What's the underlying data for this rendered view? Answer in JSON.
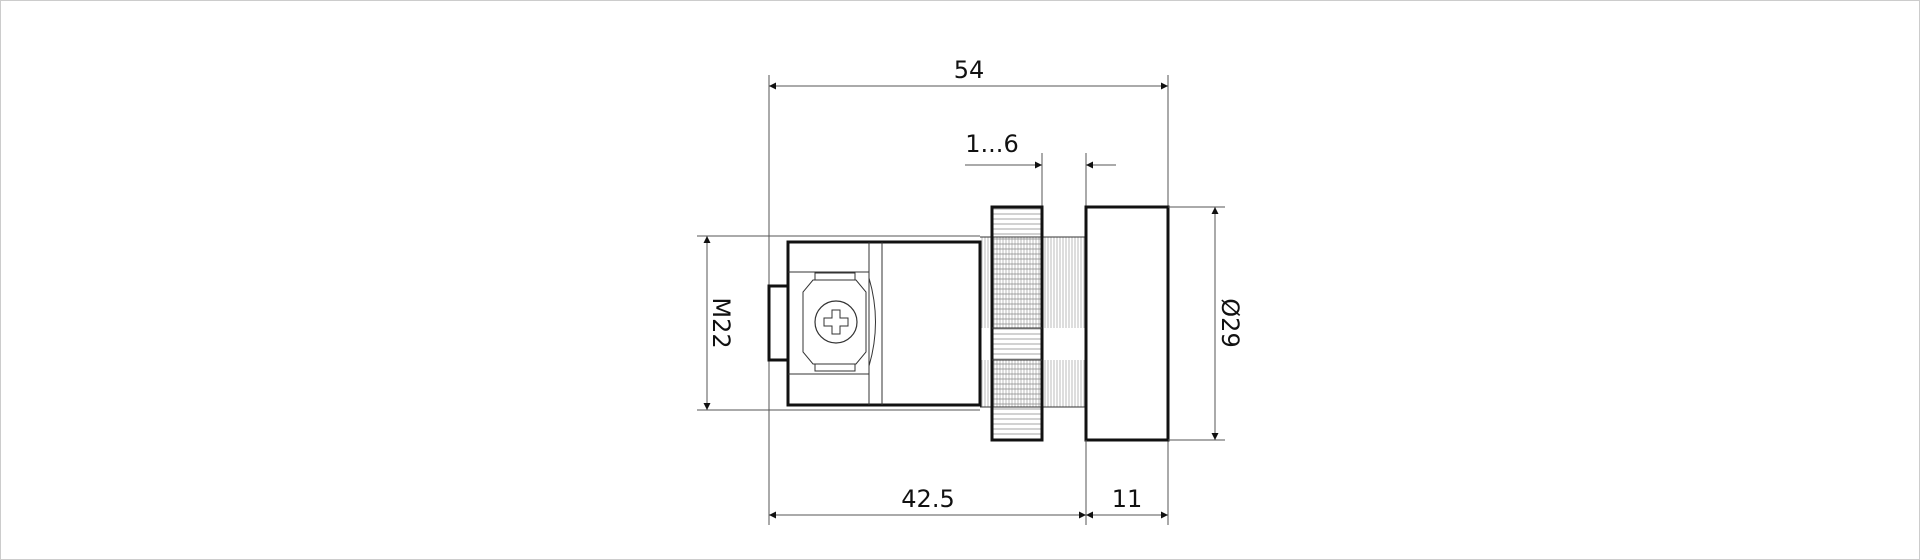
{
  "drawing": {
    "dimensions": {
      "overall_length": "54",
      "panel_thickness": "1...6",
      "thread": "M22",
      "cap_diameter": "Ø29",
      "body_length": "42.5",
      "cap_length": "11"
    },
    "line_color": "#111111",
    "dimension_color": "#555555"
  }
}
